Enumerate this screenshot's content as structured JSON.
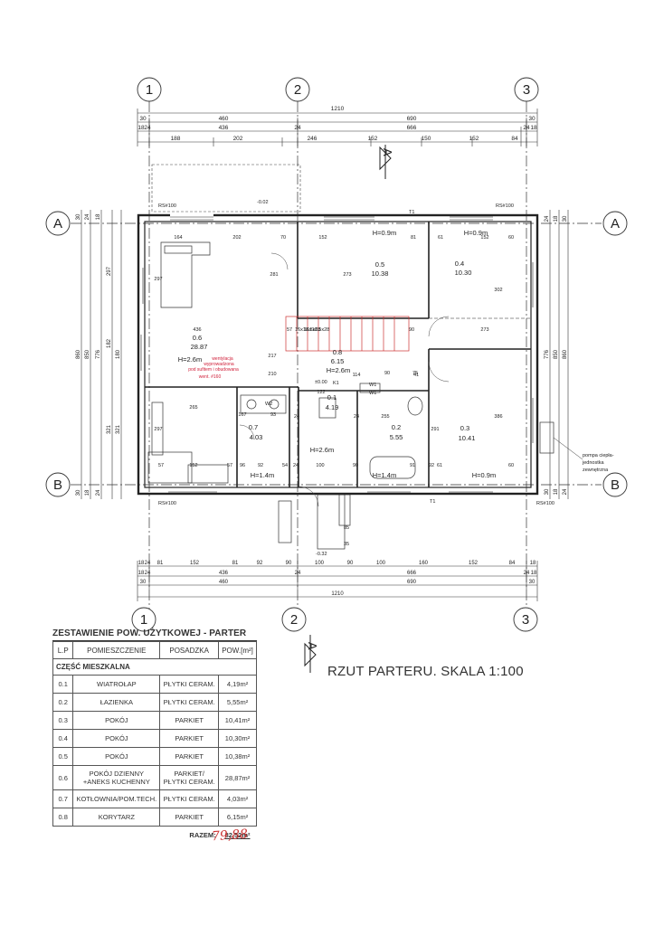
{
  "axes": {
    "vertical": [
      "1",
      "2",
      "3"
    ],
    "horizontal": [
      "A",
      "B"
    ]
  },
  "dims_top": {
    "overall": "1210",
    "row2": [
      "30",
      "460",
      "690",
      "30"
    ],
    "row3": [
      "18",
      "24",
      "436",
      "24",
      "666",
      "24",
      "18"
    ],
    "row4": [
      "188",
      "202",
      "246",
      "152",
      "150",
      "152",
      "84"
    ]
  },
  "dims_bottom": {
    "row1": [
      "18",
      "24",
      "81",
      "152",
      "81",
      "92",
      "90",
      "100",
      "90",
      "100",
      "160",
      "152",
      "84",
      "18"
    ],
    "row2": [
      "18",
      "24",
      "436",
      "24",
      "666",
      "24",
      "18"
    ],
    "row3": [
      "30",
      "460",
      "690",
      "30"
    ],
    "overall": "1210"
  },
  "dims_left": [
    "30",
    "24",
    "18",
    "297",
    "321",
    "182",
    "860",
    "850",
    "776",
    "180",
    "321",
    "30",
    "18",
    "24"
  ],
  "dims_right": [
    "24",
    "18",
    "30",
    "776",
    "850",
    "860",
    "30",
    "18",
    "24"
  ],
  "rooms": [
    {
      "no": "0.5",
      "area": "10.38",
      "h": "H=0.9m"
    },
    {
      "no": "0.4",
      "area": "10.30",
      "h": "H=0.9m"
    },
    {
      "no": "0.6",
      "area": "28.87",
      "h": "H=2.6m"
    },
    {
      "no": "0.8",
      "area": "6.15",
      "h": "H=2.6m"
    },
    {
      "no": "0.1",
      "area": "4.19",
      "h": "H=2.6m"
    },
    {
      "no": "0.7",
      "area": "4.03",
      "h": "H=1.4m"
    },
    {
      "no": "0.2",
      "area": "5.55",
      "h": "H=1.4m"
    },
    {
      "no": "0.3",
      "area": "10.41",
      "h": "H=0.9m"
    }
  ],
  "inner_dims": [
    "164",
    "202",
    "70",
    "152",
    "81",
    "61",
    "152",
    "60",
    "297",
    "281",
    "273",
    "302",
    "436",
    "210",
    "217",
    "16x18.5x28",
    "57",
    "90",
    "273",
    "265",
    "24",
    "122",
    "90",
    "75",
    "114",
    "24",
    "255",
    "291",
    "386",
    "167",
    "93",
    "297",
    "57",
    "152",
    "57",
    "96",
    "92",
    "54",
    "24",
    "100",
    "90",
    "91",
    "92",
    "61",
    "60",
    "85",
    "35",
    "41"
  ],
  "wall_labels": [
    "RS#100",
    "RS#100",
    "RS#100",
    "RS#100",
    "T1",
    "T1",
    "K1",
    "W1",
    "W1",
    "W2"
  ],
  "stair_note": "16x18.5x28",
  "ventilation_note": [
    "wentylacja",
    "wyprowadzona",
    "pod sufitem i obudowana",
    "went. #160"
  ],
  "heat_pump_note": [
    "pompa ciepła-",
    "jednostka",
    "zewnętrzna"
  ],
  "levels": [
    "-0.02",
    "±0.00",
    "-0.32",
    "-0.02"
  ],
  "pencil_mark": "79,88",
  "section_mark": "A",
  "sheet_title": "RZUT PARTERU. SKALA 1:100",
  "table": {
    "title": "ZESTAWIENIE POW. UŻYTKOWEJ - PARTER",
    "headers": [
      "L.P",
      "POMIESZCZENIE",
      "POSADZKA",
      "POW.[m²]"
    ],
    "section": "CZĘŚĆ MIESZKALNA",
    "rows": [
      {
        "lp": "0.1",
        "name": "WIATROŁAP",
        "floor": "PŁYTKI CERAM.",
        "area": "4,19m²"
      },
      {
        "lp": "0.2",
        "name": "ŁAZIENKA",
        "floor": "PŁYTKI CERAM.",
        "area": "5,55m²"
      },
      {
        "lp": "0.3",
        "name": "POKÓJ",
        "floor": "PARKIET",
        "area": "10,41m²"
      },
      {
        "lp": "0.4",
        "name": "POKÓJ",
        "floor": "PARKIET",
        "area": "10,30m²"
      },
      {
        "lp": "0.5",
        "name": "POKÓJ",
        "floor": "PARKIET",
        "area": "10,38m²"
      },
      {
        "lp": "0.6",
        "name": "POKÓJ DZIENNY +ANEKS KUCHENNY",
        "floor": "PARKIET/ PŁYTKI CERAM.",
        "area": "28,87m²"
      },
      {
        "lp": "0.7",
        "name": "KOTŁOWNIA/POM.TECH.",
        "floor": "PŁYTKI CERAM.",
        "area": "4,03m²"
      },
      {
        "lp": "0.8",
        "name": "KORYTARZ",
        "floor": "PARKIET",
        "area": "6,15m²"
      }
    ],
    "total_label": "RAZEM:",
    "total_value": "82,52m²"
  },
  "colors": {
    "line": "#222222",
    "red_note": "#d0203a",
    "pencil": "#cc3333"
  }
}
